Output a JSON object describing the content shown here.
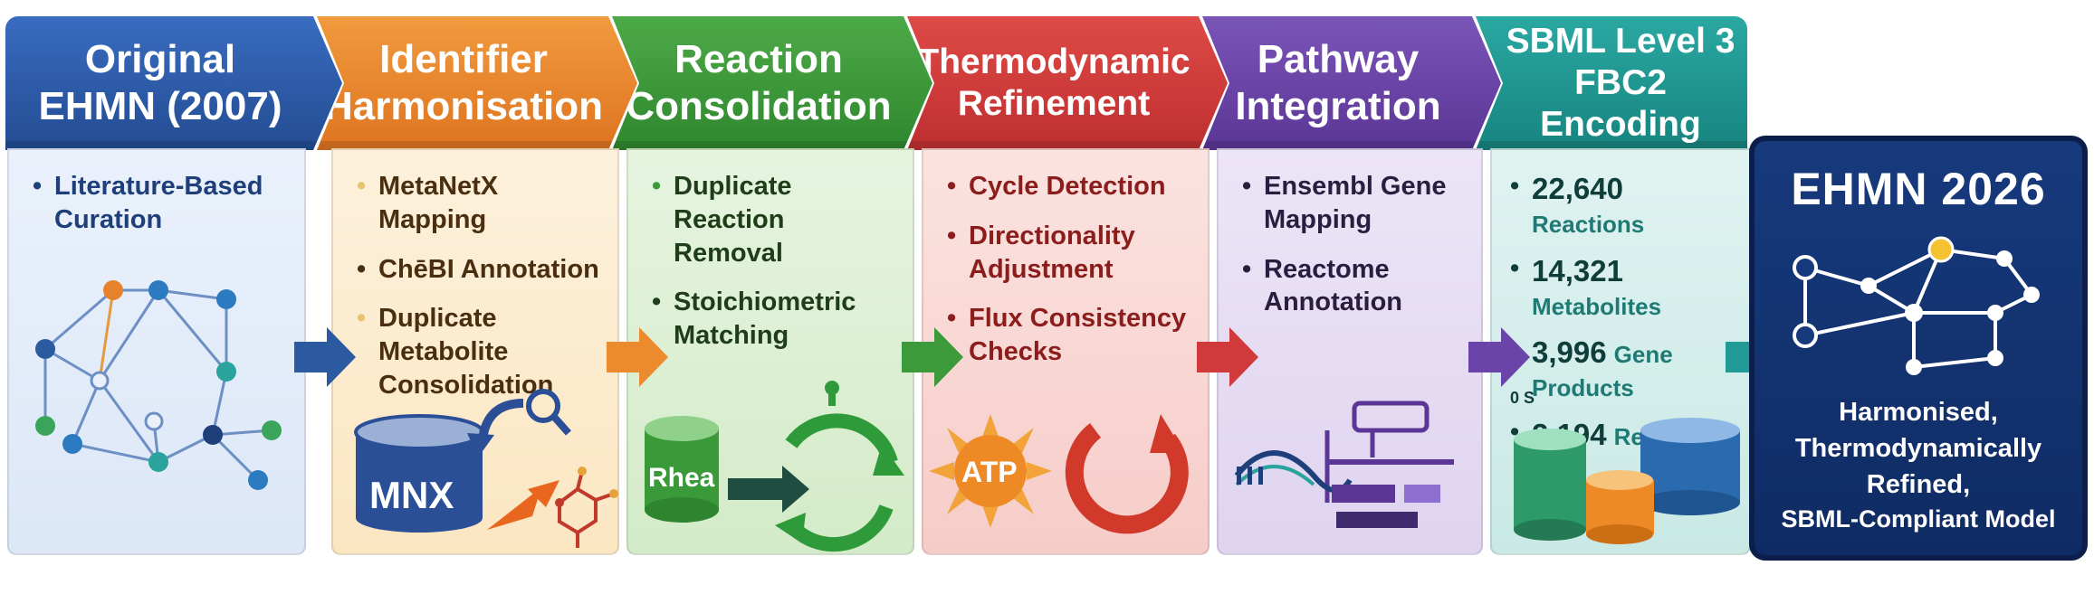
{
  "stages": [
    {
      "title_line1": "Original",
      "title_line2": "EHMN (2007)",
      "header_color": "#2c5aa0",
      "bullets": [
        "Literature-Based Curation"
      ]
    },
    {
      "title_line1": "Identifier",
      "title_line2": "Harmonisation",
      "header_color": "#e8822a",
      "bullets": [
        "MetaNetX Mapping",
        "ChēBI Annotation",
        "Duplicate Metabolite Consolidation"
      ],
      "icon_label": "MNX"
    },
    {
      "title_line1": "Reaction",
      "title_line2": "Consolidation",
      "header_color": "#3c9a3a",
      "bullets": [
        "Duplicate Reaction Removal",
        "Stoichiometric Matching"
      ],
      "icon_label": "Rhea"
    },
    {
      "title_line1": "Thermodynamic",
      "title_line2": "Refinement",
      "header_color": "#d13a3a",
      "bullets": [
        "Cycle Detection",
        "Directionality Adjustment",
        "Flux Consistency Checks"
      ],
      "icon_label": "ATP"
    },
    {
      "title_line1": "Pathway",
      "title_line2": "Integration",
      "header_color": "#6a44a8",
      "bullets": [
        "Ensembl Gene Mapping",
        "Reactome Annotation"
      ]
    },
    {
      "title_line1": "SBML Level 3",
      "title_line2": "FBC2 Encoding",
      "header_color": "#1f9a94",
      "stats": [
        {
          "number": "22,640",
          "label": "Reactions"
        },
        {
          "number": "14,321",
          "label": "Metabolites"
        },
        {
          "number": "3,996",
          "label": "Gene Products"
        },
        {
          "number": "2,194",
          "label": "Reactome IDs"
        }
      ],
      "icon_label": "0 S"
    }
  ],
  "result": {
    "title": "EHMN 2026",
    "line1": "Harmonised,",
    "line2": "Thermodynamically",
    "line3": "Refined,",
    "line4": "SBML-Compliant Model"
  },
  "colors": {
    "blue": "#2c5aa0",
    "orange": "#e8822a",
    "green": "#3c9a3a",
    "red": "#d13a3a",
    "purple": "#6a44a8",
    "teal": "#1f9a94",
    "navy": "#173a7d"
  }
}
